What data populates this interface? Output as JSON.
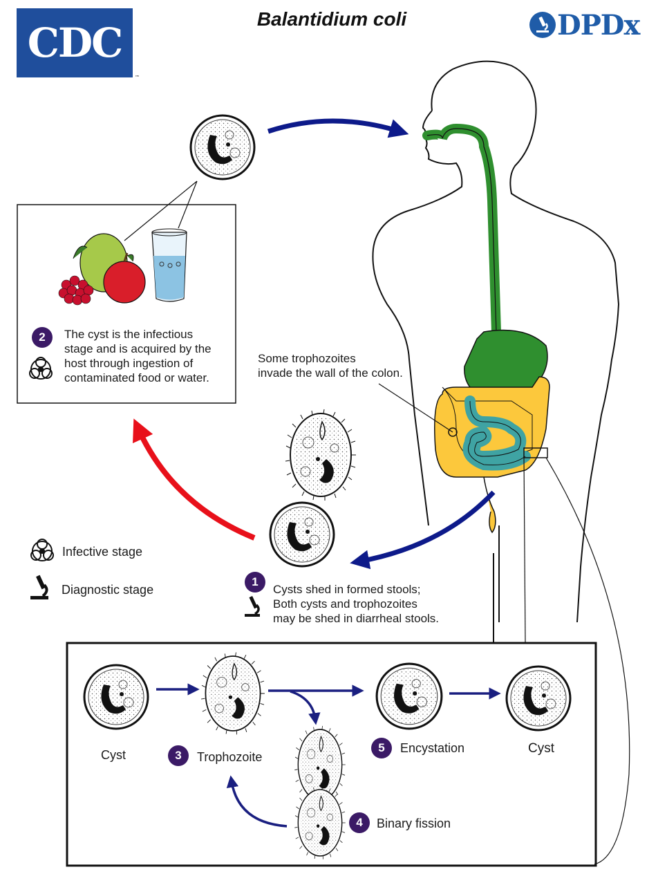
{
  "header": {
    "logo_left": "CDC",
    "title": "Balantidium coli",
    "logo_right": "DPDx"
  },
  "steps": [
    {
      "number": "1",
      "text_lines": [
        "Cysts shed in formed stools;",
        "Both cysts and trophozoites",
        "may be shed in diarrheal stools."
      ]
    },
    {
      "number": "2",
      "text_lines": [
        "The cyst is the infectious",
        "stage and is acquired by the",
        "host through ingestion of",
        "contaminated food or water."
      ]
    },
    {
      "number": "3",
      "text": "Trophozoite"
    },
    {
      "number": "4",
      "text": "Binary fission"
    },
    {
      "number": "5",
      "text": "Encystation"
    }
  ],
  "annotation": {
    "lines": [
      "Some trophozoites",
      "invade the wall of the colon."
    ]
  },
  "legend": {
    "infective": "Infective stage",
    "diagnostic": "Diagnostic stage"
  },
  "cycle_labels": {
    "cyst_left": "Cyst",
    "cyst_right": "Cyst"
  },
  "colors": {
    "blue_arrow": "#0d1a8a",
    "red_arrow": "#e8101a",
    "stomach_green": "#2f8f2f",
    "colon_yellow": "#fcc83c",
    "small_intestine_teal": "#3fa3a3",
    "badge_purple": "#3b1a66",
    "cdc_blue": "#1f4e9c",
    "cycle_arrow": "#1a1f80"
  }
}
